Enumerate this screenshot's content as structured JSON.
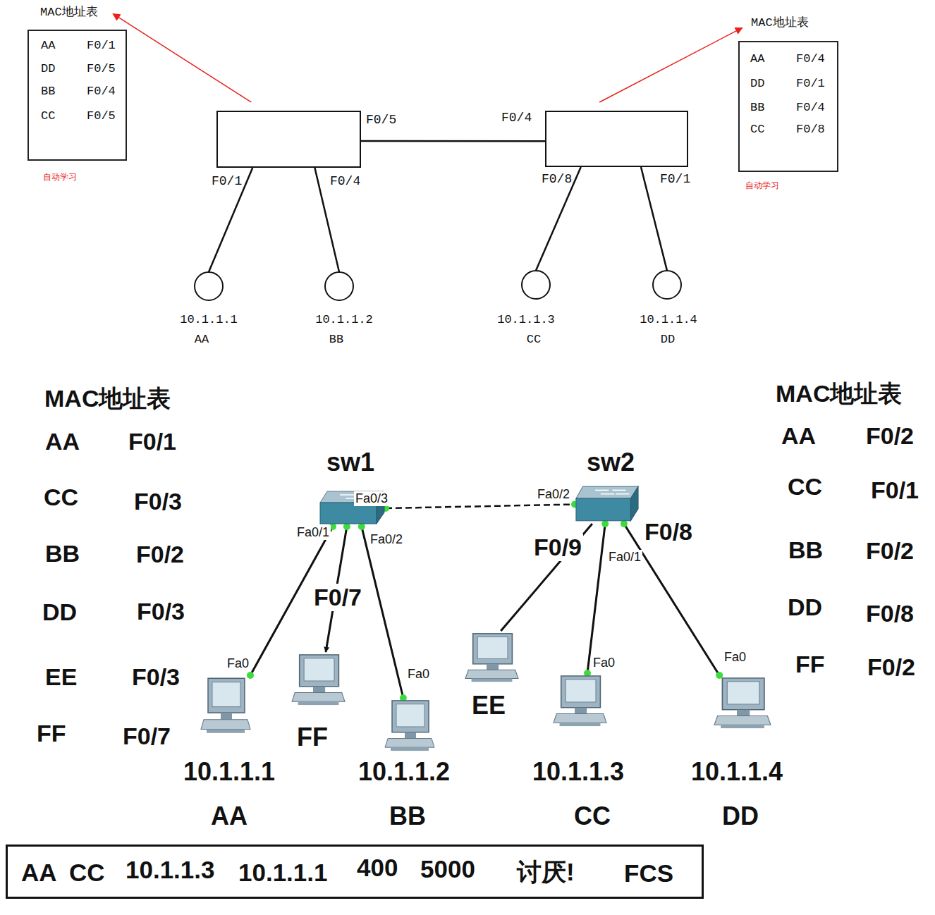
{
  "diagram": {
    "nodes": [
      {
        "text": [
          "MAC地址表",
          "AA",
          "F0/1",
          "DD",
          "F0/5",
          "BB",
          "F0/4",
          "CC",
          "F0/5"
        ]
      },
      {
        "text": [
          "MAC地址表",
          "AA",
          "F0/4",
          "DD",
          "F0/1",
          "BB",
          "F0/4",
          "CC",
          "F0/8"
        ]
      },
      {
        "text": []
      },
      {
        "text": []
      },
      {
        "text": [
          "10.1.1.1",
          "AA"
        ]
      },
      {
        "text": [
          "10.1.1.2",
          "BB"
        ]
      },
      {
        "text": [
          "10.1.1.3",
          "CC"
        ]
      },
      {
        "text": [
          "10.1.1.4",
          "DD"
        ]
      },
      {
        "text": [
          "sw1"
        ]
      },
      {
        "text": [
          "sw2"
        ]
      },
      {
        "text": [
          "10.1.1.1",
          "AA"
        ]
      },
      {
        "text": [
          "FF"
        ]
      },
      {
        "text": [
          "10.1.1.2",
          "BB"
        ]
      },
      {
        "text": [
          "EE"
        ]
      },
      {
        "text": [
          "10.1.1.3",
          "CC"
        ]
      },
      {
        "text": [
          "10.1.1.4",
          "DD"
        ]
      },
      {
        "text": [
          "AA",
          "CC",
          "10.1.1.3",
          "10.1.1.1",
          "400",
          "5000",
          "讨厌!",
          "FCS"
        ]
      }
    ],
    "edges": [
      {
        "from": 2,
        "to": 3,
        "arrow": "none"
      },
      {
        "from": 2,
        "to": 4,
        "arrow": "none"
      },
      {
        "from": 2,
        "to": 5,
        "arrow": "none"
      },
      {
        "from": 3,
        "to": 6,
        "arrow": "none"
      },
      {
        "from": 3,
        "to": 7,
        "arrow": "none"
      },
      {
        "from": 2,
        "to": 0,
        "arrow": "to"
      },
      {
        "from": 3,
        "to": 1,
        "arrow": "to"
      },
      {
        "from": 8,
        "to": 9,
        "arrow": "none"
      },
      {
        "from": 8,
        "to": 10,
        "arrow": "none"
      },
      {
        "from": 8,
        "to": 11,
        "arrow": "to"
      },
      {
        "from": 8,
        "to": 12,
        "arrow": "none"
      },
      {
        "from": 9,
        "to": 13,
        "arrow": "none"
      },
      {
        "from": 9,
        "to": 14,
        "arrow": "none"
      },
      {
        "from": 9,
        "to": 15,
        "arrow": "none"
      }
    ],
    "labels": [
      "自动学习",
      "自动学习",
      "F0/5",
      "F0/4",
      "F0/1",
      "F0/4",
      "F0/8",
      "F0/1",
      "MAC地址表",
      "AA",
      "F0/1",
      "CC",
      "F0/3",
      "BB",
      "F0/2",
      "DD",
      "F0/3",
      "EE",
      "F0/3",
      "FF",
      "F0/7",
      "MAC地址表",
      "AA",
      "F0/2",
      "CC",
      "F0/1",
      "BB",
      "F0/2",
      "DD",
      "F0/8",
      "FF",
      "F0/2",
      "Fa0/3",
      "Fa0/1",
      "Fa0/2",
      "F0/7",
      "Fa0/2",
      "F0/9",
      "Fa0/1",
      "F0/8",
      "Fa0",
      "Fa0",
      "Fa0",
      "Fa0"
    ]
  }
}
